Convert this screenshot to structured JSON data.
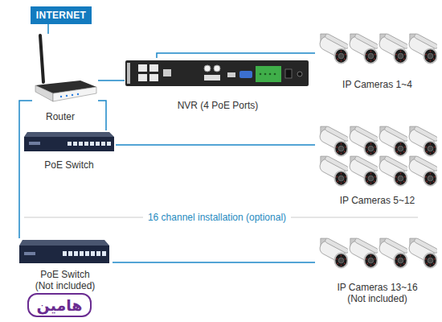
{
  "diagram": {
    "nodes": [
      {
        "text": [
          "INTERNET"
        ]
      },
      {
        "text": [
          "Router"
        ]
      },
      {
        "text": [
          "NVR (4 PoE Ports)"
        ]
      },
      {
        "text": [
          "IP Cameras 1~4"
        ]
      },
      {
        "text": [
          "PoE Switch"
        ]
      },
      {
        "text": [
          "IP Cameras 5~12"
        ]
      },
      {
        "text": [
          "PoE Switch (Not included)"
        ]
      },
      {
        "text": [
          "IP Cameras 13~16 (Not included)"
        ]
      }
    ],
    "edges": [
      {
        "from": 0,
        "to": 1,
        "arrow": "none"
      },
      {
        "from": 1,
        "to": 2,
        "arrow": "none"
      },
      {
        "from": 2,
        "to": 3,
        "arrow": "none"
      },
      {
        "from": 1,
        "to": 4,
        "arrow": "none"
      },
      {
        "from": 4,
        "to": 5,
        "arrow": "none"
      },
      {
        "from": 1,
        "to": 6,
        "arrow": "none"
      },
      {
        "from": 6,
        "to": 7,
        "arrow": "none"
      }
    ],
    "labels": [
      "16 channel installation (optional)",
      "هامین"
    ]
  }
}
